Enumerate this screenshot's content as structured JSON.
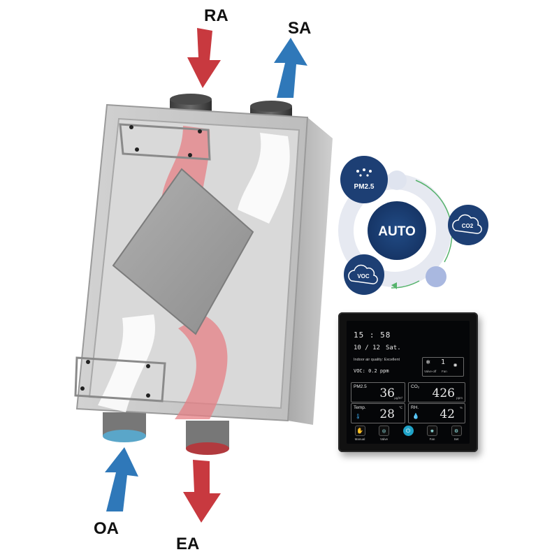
{
  "flow_labels": {
    "return_air": "RA",
    "supply_air": "SA",
    "outdoor_air": "OA",
    "exhaust_air": "EA"
  },
  "auto_cycle": {
    "center_label": "AUTO",
    "sensors": [
      "PM2.5",
      "CO2",
      "VOC"
    ]
  },
  "controller": {
    "time": "15 : 58",
    "date": "10 / 12",
    "weekday": "Sat.",
    "air_quality": "Indoor air quality: Excellent",
    "voc": "VOC: 0.2 ppm",
    "mode_icon_label": "Valve-off",
    "fan_speed": "1",
    "fan_label": "Fan",
    "tiles": [
      {
        "label": "PM2.5",
        "value": "36",
        "unit": "μg/m³"
      },
      {
        "label": "CO₂",
        "value": "426",
        "unit": "ppm"
      },
      {
        "label": "Temp.",
        "value": "28",
        "unit": "℃"
      },
      {
        "label": "RH.",
        "value": "42",
        "unit": "%"
      }
    ],
    "buttons": [
      "Manual",
      "Valve",
      "",
      "Fan",
      "Set"
    ]
  },
  "colors": {
    "warm": "#c8393f",
    "cool": "#2f78b9",
    "navy": "#1d3f74",
    "ring": "#dfe4ef"
  }
}
